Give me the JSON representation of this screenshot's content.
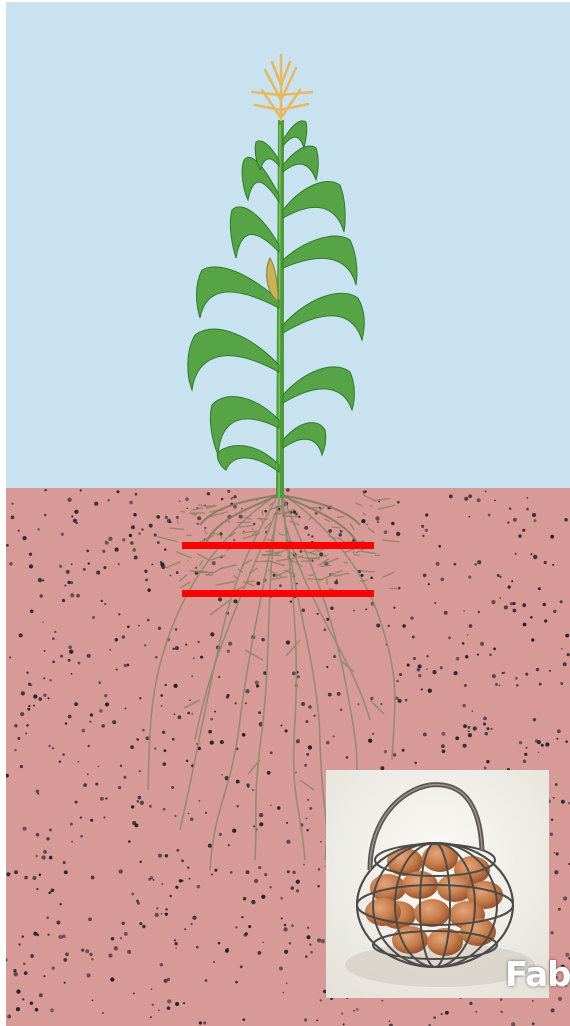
{
  "illustration": {
    "subject": "corn-plant-with-roots",
    "sky_color": "#c8e2f0",
    "soil_color": "#d89a97",
    "soil_dot_color": "#1e2230",
    "stalk_color": "#4f9a3a",
    "leaf_color": "#56a446",
    "tassel_color": "#e8b860",
    "root_color": "#8e8a6e",
    "marker_line_color": "#ff0000",
    "marker_line_count": 2
  },
  "inset_photo": {
    "subject": "wire-basket-of-brown-eggs",
    "background_color": "#f6f4ef",
    "egg_color": "#c9814f",
    "wire_color": "#4e4b49"
  },
  "watermark": {
    "text": "Fab"
  }
}
